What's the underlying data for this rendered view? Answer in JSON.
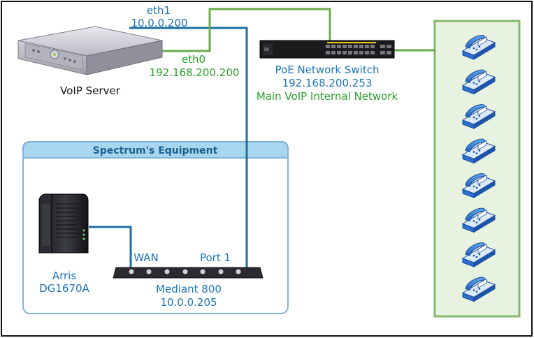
{
  "server": {
    "label": "VoIP Server",
    "eth1": {
      "name": "eth1",
      "ip": "10.0.0.200"
    },
    "eth0": {
      "name": "eth0",
      "ip": "192.168.200.200"
    }
  },
  "switch": {
    "name": "PoE Network Switch",
    "ip": "192.168.200.253",
    "network": "Main VoIP Internal Network"
  },
  "spectrum_box": {
    "title": "Spectrum's Equipment"
  },
  "modem": {
    "name": "Arris",
    "model": "DG1670A"
  },
  "gateway": {
    "port_wan": "WAN",
    "port_1": "Port 1",
    "name": "Mediant 800",
    "ip": "10.0.0.205"
  },
  "phones": [
    "ip-phone-icon",
    "ip-phone-icon",
    "ip-phone-icon",
    "ip-phone-icon",
    "ip-phone-icon",
    "ip-phone-icon",
    "ip-phone-icon",
    "ip-phone-icon"
  ],
  "colors": {
    "line_blue": "#1a6fa3",
    "line_green": "#6aab4a",
    "text_blue": "#1f73b7",
    "text_green": "#2ba02b",
    "box_border": "#7eb4d6",
    "box_header": "#a9d6ef",
    "phone_panel_fill": "#e7f2e0",
    "phone_panel_border": "#86b96a"
  }
}
